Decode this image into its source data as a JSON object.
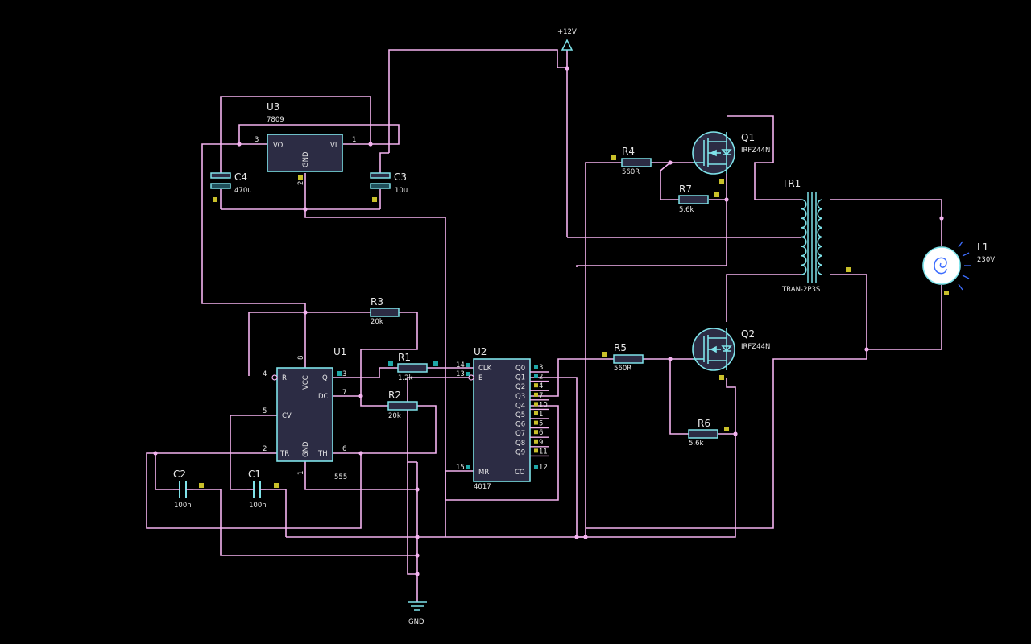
{
  "colors": {
    "background": "#000000",
    "wire": "#f4b3f0",
    "component": "#7fe3ea",
    "chip_fill": "#2c2c44",
    "marker_yellow": "#c9c02a",
    "marker_teal": "#1fa7a7",
    "lamp_rays": "#3d6dff",
    "text": "#e8e8e8"
  },
  "power": {
    "vcc_label": "+12V",
    "gnd_label": "GND"
  },
  "u3": {
    "ref": "U3",
    "part": "7809",
    "pin_vo": "VO",
    "pin_vi": "VI",
    "pin_gnd": "GND",
    "pin_n_vo": "3",
    "pin_n_vi": "1",
    "pin_n_gnd": "2"
  },
  "u1": {
    "ref": "U1",
    "part": "555",
    "pins": {
      "r": "R",
      "vcc": "VCC",
      "q": "Q",
      "dc": "DC",
      "cv": "CV",
      "tr": "TR",
      "gnd": "GND",
      "th": "TH"
    },
    "pin_numbers": {
      "r": "4",
      "vcc": "8",
      "q": "3",
      "dc": "7",
      "cv": "5",
      "tr": "2",
      "gnd": "1",
      "th": "6"
    }
  },
  "u2": {
    "ref": "U2",
    "part": "4017",
    "left_pins": {
      "clk": "CLK",
      "e": "E",
      "mr": "MR"
    },
    "left_pin_numbers": {
      "clk": "14",
      "e": "13",
      "mr": "15"
    },
    "outputs": [
      "Q0",
      "Q1",
      "Q2",
      "Q3",
      "Q4",
      "Q5",
      "Q6",
      "Q7",
      "Q8",
      "Q9"
    ],
    "output_pin_numbers": [
      "3",
      "2",
      "4",
      "7",
      "10",
      "1",
      "5",
      "6",
      "9",
      "11"
    ],
    "co": "CO",
    "co_pin": "12"
  },
  "resistors": {
    "r1": {
      "ref": "R1",
      "value": "1.2k"
    },
    "r2": {
      "ref": "R2",
      "value": "20k"
    },
    "r3": {
      "ref": "R3",
      "value": "20k"
    },
    "r4": {
      "ref": "R4",
      "value": "560R"
    },
    "r5": {
      "ref": "R5",
      "value": "560R"
    },
    "r6": {
      "ref": "R6",
      "value": "5.6k"
    },
    "r7": {
      "ref": "R7",
      "value": "5.6k"
    }
  },
  "capacitors": {
    "c1": {
      "ref": "C1",
      "value": "100n"
    },
    "c2": {
      "ref": "C2",
      "value": "100n"
    },
    "c3": {
      "ref": "C3",
      "value": "10u"
    },
    "c4": {
      "ref": "C4",
      "value": "470u"
    }
  },
  "mosfets": {
    "q1": {
      "ref": "Q1",
      "part": "IRFZ44N"
    },
    "q2": {
      "ref": "Q2",
      "part": "IRFZ44N"
    }
  },
  "transformer": {
    "ref": "TR1",
    "part": "TRAN-2P3S"
  },
  "lamp": {
    "ref": "L1",
    "value": "230V"
  }
}
